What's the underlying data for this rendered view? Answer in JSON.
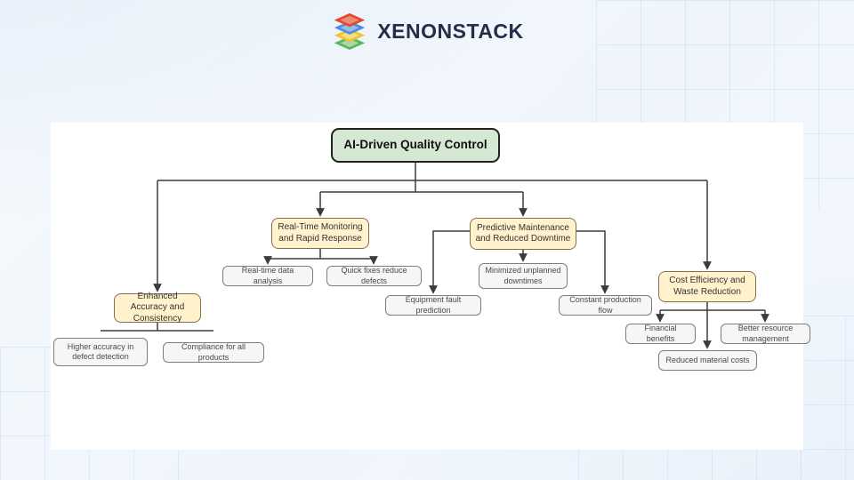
{
  "brand": {
    "name": "XENONSTACK",
    "logo_layer_colors": [
      "#e2482f",
      "#4d8fd7",
      "#f0c330",
      "#58b85c"
    ]
  },
  "diagram": {
    "root": {
      "label": "AI-Driven Quality Control"
    },
    "branches": [
      {
        "label": "Enhanced Accuracy and Consistency",
        "children": [
          "Higher accuracy in defect detection",
          "Compliance for all products"
        ]
      },
      {
        "label": "Real-Time Monitoring and Rapid Response",
        "children": [
          "Real-time data analysis",
          "Quick fixes reduce defects"
        ]
      },
      {
        "label": "Predictive Maintenance and Reduced Downtime",
        "children": [
          "Equipment fault prediction",
          "Minimized unplanned downtimes",
          "Constant production flow"
        ]
      },
      {
        "label": "Cost Efficiency and Waste Reduction",
        "children": [
          "Financial benefits",
          "Better resource management",
          "Reduced material costs"
        ]
      }
    ],
    "colors": {
      "root_fill": "#d5e8d4",
      "root_stroke": "#222222",
      "branch_fill": "#fff2cc",
      "branch_stroke": "#80704a",
      "leaf_fill": "#f6f6f6",
      "leaf_stroke": "#7d7d7d",
      "connector": "#3b3b3b"
    }
  }
}
